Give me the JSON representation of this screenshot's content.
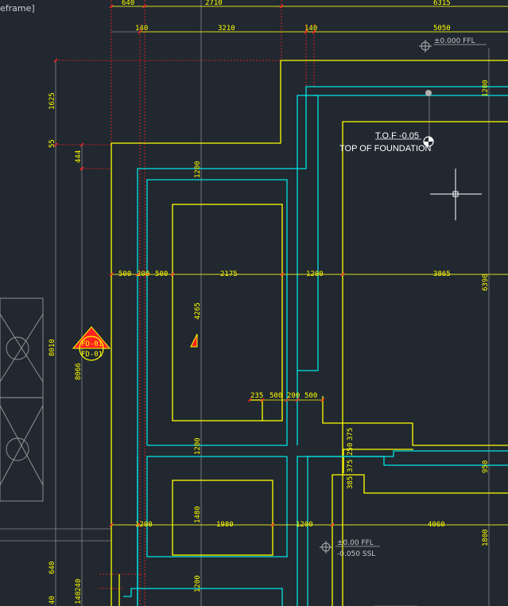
{
  "viewport_label": "eframe]",
  "levels": {
    "top_ffl": "±0.000 FFL",
    "tof_line1": "T.O.F -0.05",
    "tof_line2": "TOP OF FOUNDATION",
    "bottom_ffl": "±0.00 FFL",
    "bottom_ssl": "-0.050 SSL"
  },
  "tag": {
    "top": "FD-01",
    "bottom": "FD-01"
  },
  "dims": {
    "top_row": [
      "640",
      "2710",
      "6315"
    ],
    "second_row": [
      "140",
      "3210",
      "140",
      "5050"
    ],
    "middle_row": [
      "500",
      "200",
      "500",
      "2175",
      "1200",
      "3865"
    ],
    "lower_row": [
      "1200",
      "1980",
      "1200",
      "4060"
    ],
    "small_row": [
      "235",
      "500",
      "200",
      "500"
    ],
    "left_vertical": [
      "1625",
      "55",
      "444",
      "8010",
      "8066",
      "640",
      "240",
      "140",
      "40"
    ],
    "inner_vertical": [
      "1200",
      "4265",
      "1200",
      "1480",
      "1200"
    ],
    "stair_vertical": [
      "375",
      "250",
      "375",
      "385"
    ],
    "right_vertical": [
      "1200",
      "6390",
      "950",
      "1800"
    ]
  },
  "colors": {
    "background": "#212830",
    "foundation": "#ffff00",
    "wall": "#00e5e5",
    "dimension": "#ff2020",
    "grid": "#8a8a8a"
  }
}
